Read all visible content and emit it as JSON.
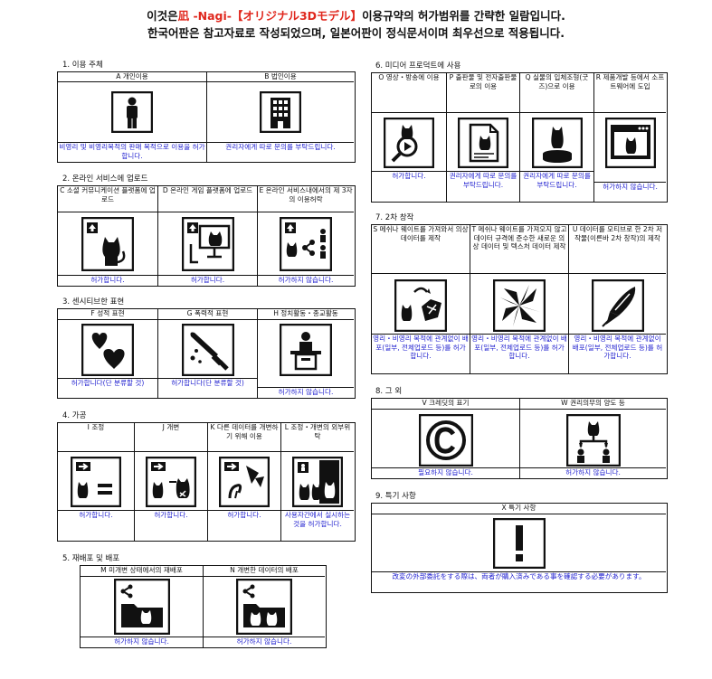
{
  "header": {
    "line1_pre": "이것은",
    "line1_brand": "凪 -Nagi-【オリジナル3Dモデル】",
    "line1_post": "이용규약의 허가범위를 간략한 일람입니다.",
    "line2": "한국어판은 참고자료로 작성되었으며, 일본어판이 정식문서이며 최우선으로 적용됩니다."
  },
  "sections": {
    "s1": {
      "title": "1. 이용 주체",
      "cells": [
        {
          "label": "A 개인이용",
          "icon": "person-icon",
          "desc": "비영리 및 비영리목적의 판매 목적으로 이용을 허가합니다."
        },
        {
          "label": "B 법인이용",
          "icon": "office-building-icon",
          "desc": "권리자에게 따로 문의를 부탁드립니다."
        }
      ]
    },
    "s2": {
      "title": "2. 온라인 서비스에 업로드",
      "cells": [
        {
          "label": "C 소셜 커뮤니케이션 플랫폼에 업로드",
          "icon": "upload-cat-icon",
          "desc": "허가합니다."
        },
        {
          "label": "D 온라인 게임 플랫폼에 업로드",
          "icon": "game-upload-icon",
          "desc": "허가합니다."
        },
        {
          "label": "E 온라인 서비스내에서의 제 3자의 이용허락",
          "icon": "share-users-icon",
          "desc": "허가하지 않습니다."
        }
      ]
    },
    "s3": {
      "title": "3. 센시티브한 표현",
      "cells": [
        {
          "label": "F 성적 표현",
          "icon": "hearts-icon",
          "desc": "허가합니다(단 분류할 것)"
        },
        {
          "label": "G 폭력적 표현",
          "icon": "knife-icon",
          "desc": "허가합니다(단 분류할 것)"
        },
        {
          "label": "H 정치활동・종교활동",
          "icon": "podium-icon",
          "desc": "허가하지 않습니다."
        }
      ]
    },
    "s4": {
      "title": "4. 가공",
      "cells": [
        {
          "label": "I 조정",
          "icon": "adjust-equal-icon",
          "desc": "허가합니다."
        },
        {
          "label": "J 개변",
          "icon": "modify-cats-icon",
          "desc": "허가합니다."
        },
        {
          "label": "K 다른 데이터를 개변하기 위해 이용",
          "icon": "parts-use-icon",
          "desc": "허가합니다."
        },
        {
          "label": "L 조정・개변의 외부위탁",
          "icon": "outsource-icon",
          "desc": "사용자간에서 실시하는 것을 허가합니다."
        }
      ]
    },
    "s5": {
      "title": "5. 재배포 및 배포",
      "cells": [
        {
          "label": "M 미개변 상태에서의 재배포",
          "icon": "share-folder-icon",
          "desc": "허가하지 않습니다."
        },
        {
          "label": "N 개변한 데이터의 배포",
          "icon": "share-modified-folder-icon",
          "desc": "허가하지 않습니다."
        }
      ]
    },
    "s6": {
      "title": "6. 미디어 프로덕트에 사용",
      "cells": [
        {
          "label": "O 영상・방송에 이용",
          "icon": "video-search-icon",
          "desc": "허가합니다."
        },
        {
          "label": "P 출판물 및 전자출판물로의 이용",
          "icon": "document-cat-icon",
          "desc": "권리자에게 따로 문의를 부탁드립니다."
        },
        {
          "label": "Q 실물의 입체조형(굿즈)으로 이용",
          "icon": "figure-icon",
          "desc": "권리자에게 따로 문의를 부탁드립니다."
        },
        {
          "label": "R 제품개발 등에서 소프트웨어에 도입",
          "icon": "software-window-icon",
          "desc": "허가하지 않습니다."
        }
      ]
    },
    "s7": {
      "title": "7. 2차 창작",
      "cells": [
        {
          "label": "S 메쉬나 웨이트를 가져와서 의상 데이터를 제작",
          "icon": "cat-clothing-icon",
          "desc": "영리・비영리 목적에 관계없이 배포(일부, 전체업로드 등)를 허가합니다."
        },
        {
          "label": "T 메쉬나 웨이트를 가져오지 않고 데이터 규격에 준수한 새로운 의상 데이터 및 텍스처 데이터 제작",
          "icon": "fabric-icon",
          "desc": "영리・비영리 목적에 관계없이 배포(일부, 전체업로드 등)를 허가합니다."
        },
        {
          "label": "U 데이터를 모티브로 한 2차 저작물(이른바 2차 창작)의 제작",
          "icon": "pen-nib-icon",
          "desc": "영리・비영리 목적에 관계없이 배포(일부, 전체업로드 등)를 허가합니다."
        }
      ]
    },
    "s8": {
      "title": "8. 그 외",
      "cells": [
        {
          "label": "V 크레딧의 표기",
          "icon": "copyright-icon",
          "desc": "필요하지 않습니다."
        },
        {
          "label": "W 권리의무의 양도 등",
          "icon": "transfer-icon",
          "desc": "허가하지 않습니다."
        }
      ]
    },
    "s9": {
      "title": "9. 특기 사항",
      "cells": [
        {
          "label": "X 특기 사항",
          "icon": "exclamation-icon",
          "desc": "改変の外部委託をする際は、両者が購入済みである事を確認する必要があります。"
        }
      ]
    }
  }
}
